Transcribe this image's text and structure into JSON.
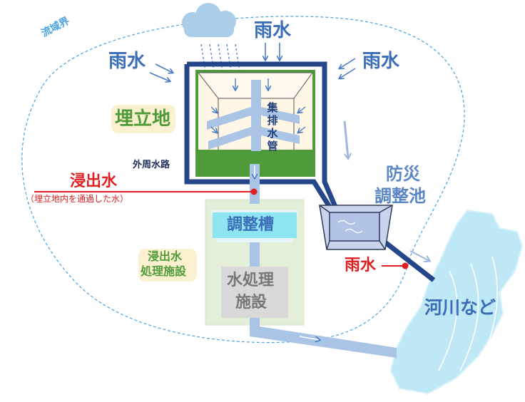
{
  "labels": {
    "basin_boundary": "流域界",
    "rain_left": "雨水",
    "rain_top": "雨水",
    "rain_right": "雨水",
    "landfill": "埋立地",
    "pipe_chars": [
      "集",
      "排",
      "水",
      "管"
    ],
    "perimeter_channel": "外周水路",
    "leachate": "浸出水",
    "leachate_note": "（埋立地内を通過した水）",
    "pond_line1": "防災",
    "pond_line2": "調整池",
    "adjust_tank": "調整槽",
    "facility_line1": "浸出水",
    "facility_line2": "処理施設",
    "treat_line1": "水処理",
    "treat_line2": "施設",
    "rain_red": "雨水",
    "river": "河川など"
  },
  "colors": {
    "boundary": "#5aa8e0",
    "rain_text": "#3a6cb8",
    "channel": "#25478a",
    "landfill_green": "#4f9b3a",
    "pipe": "#aac4e6",
    "leachate_red": "#e02020",
    "river": "#bfe8f6",
    "treatment_bg": "#e3efd9",
    "tank": "#8fe4f2"
  }
}
